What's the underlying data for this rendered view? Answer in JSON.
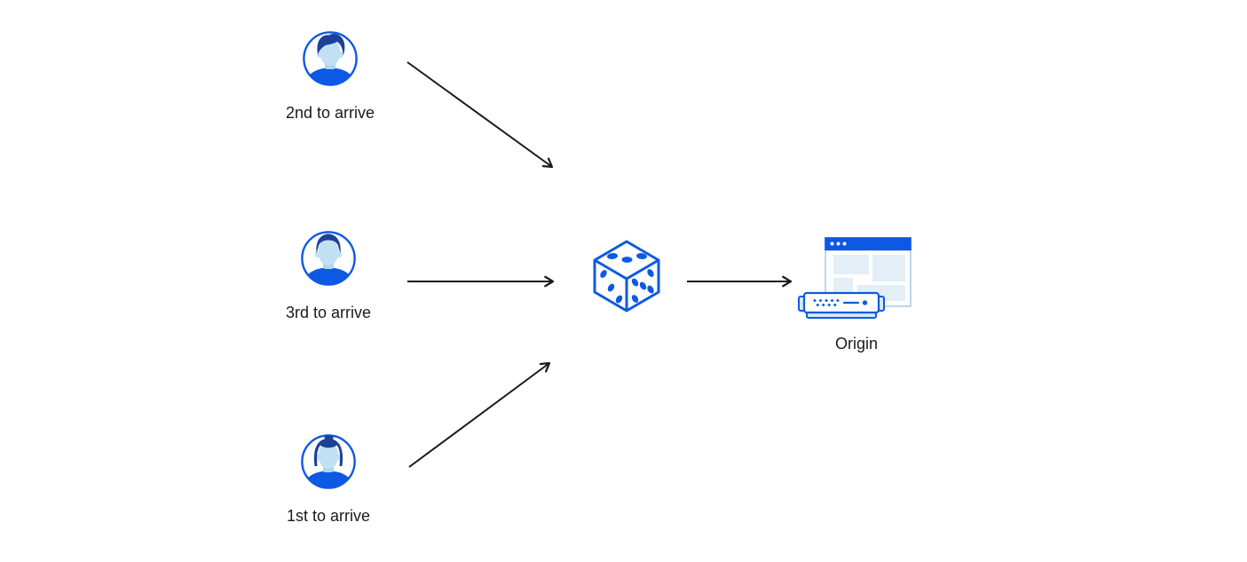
{
  "diagram": {
    "visitors": [
      {
        "id": "visitor-2nd",
        "label": "2nd to arrive",
        "icon": "man-avatar-icon"
      },
      {
        "id": "visitor-3rd",
        "label": "3rd to arrive",
        "icon": "man-avatar-icon"
      },
      {
        "id": "visitor-1st",
        "label": "1st to arrive",
        "icon": "woman-avatar-icon"
      }
    ],
    "randomizer": {
      "id": "dice",
      "icon": "dice-icon"
    },
    "origin": {
      "id": "origin",
      "label": "Origin",
      "icon": "origin-server-icon"
    },
    "arrows": [
      {
        "from": "visitor-2nd",
        "to": "dice"
      },
      {
        "from": "visitor-3rd",
        "to": "dice"
      },
      {
        "from": "visitor-1st",
        "to": "dice"
      },
      {
        "from": "dice",
        "to": "origin"
      }
    ],
    "colors": {
      "primary_blue": "#0d59e4",
      "hair_navy": "#1b4296",
      "face_light_blue": "#c2e0f4",
      "neck_blue": "#aed6ee",
      "panel_pale_blue": "#e3eef7",
      "server_base_blue": "#d4e9f8",
      "window_border": "#a9cdea",
      "arrow_black": "#1a1a1a",
      "label_text": "#1a1a1a"
    }
  }
}
